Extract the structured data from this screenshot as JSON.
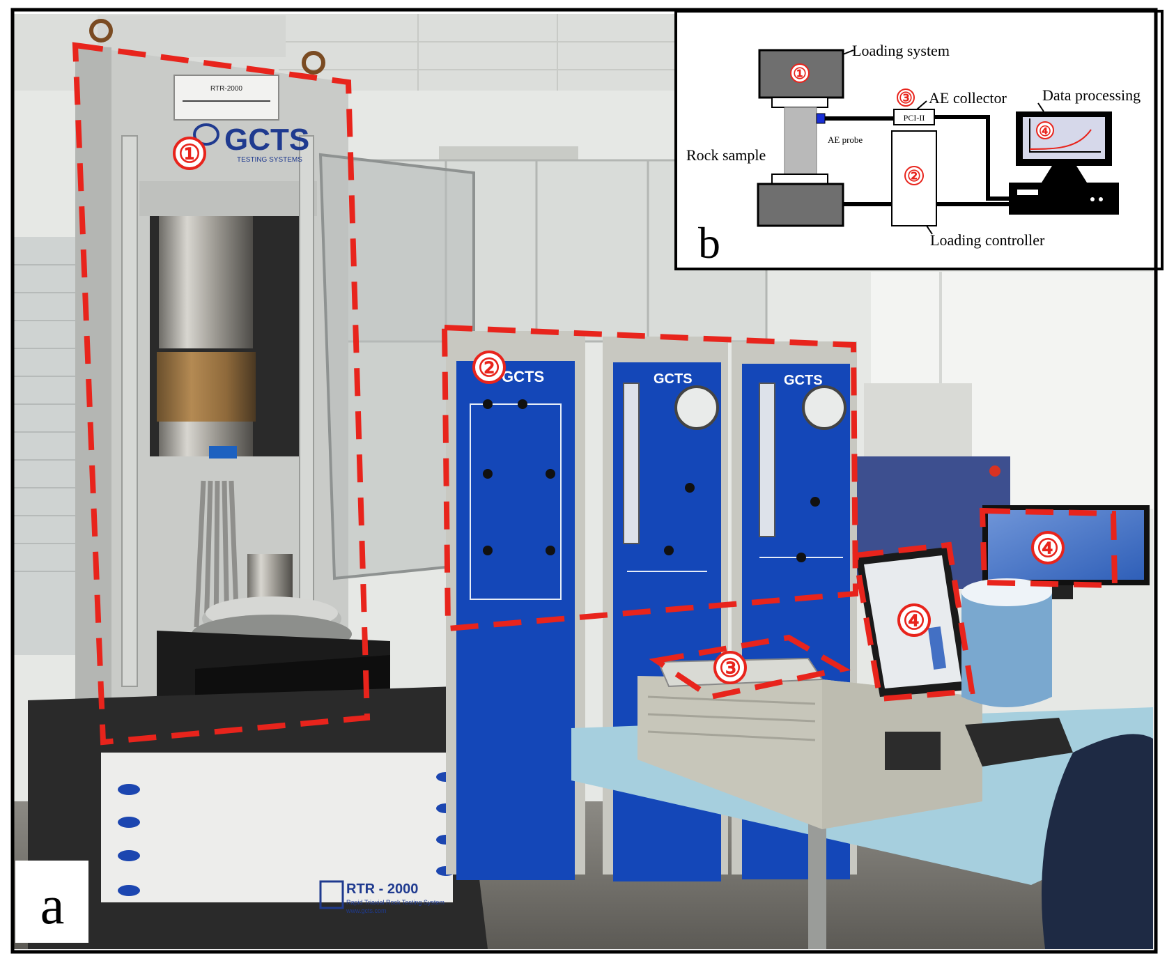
{
  "colors": {
    "frame": "#000000",
    "callout": "#e8241c",
    "panel_blue": "#1447b8",
    "cabinet_grey": "#c9c9c2",
    "wall": "#e9ebe8",
    "table_blue": "#9fc9d9",
    "diagram_box_grey": "#6f6f6f",
    "ae_probe_blue": "#1a2fd6"
  },
  "panel_a": {
    "letter": "a",
    "machine_label": "RTR - 2000",
    "machine_sub": "Rapid Triaxial Rock Testing System",
    "machine_url": "www.gcts.com",
    "logo_text": "GCTS",
    "logo_sub": "TESTING SYSTEMS",
    "plate_title": "RTR-2000",
    "cabinet_logo": "GCTS",
    "callouts": [
      {
        "id": "1",
        "glyph": "①"
      },
      {
        "id": "2",
        "glyph": "②"
      },
      {
        "id": "3",
        "glyph": "③"
      },
      {
        "id": "4a",
        "glyph": "④"
      },
      {
        "id": "4b",
        "glyph": "④"
      }
    ]
  },
  "panel_b": {
    "letter": "b",
    "labels": {
      "loading_system": "Loading system",
      "ae_collector": "AE collector",
      "data_processing": "Data processing",
      "rock_sample": "Rock  sample",
      "ae_probe": "AE probe",
      "pci": "PCI-II",
      "loading_controller": "Loading controller"
    },
    "markers": {
      "m1": "①",
      "m2": "②",
      "m3": "③",
      "m4": "④"
    }
  }
}
